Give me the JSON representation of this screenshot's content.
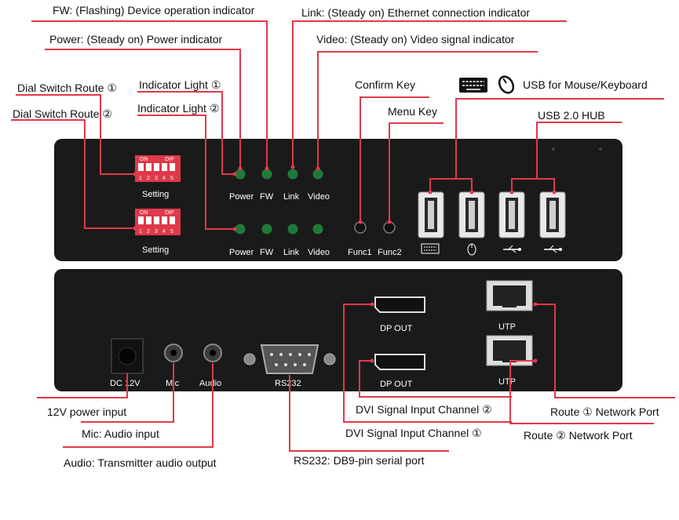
{
  "callouts": {
    "fw": "FW: (Flashing) Device operation indicator",
    "link": "Link: (Steady on) Ethernet connection indicator",
    "power": "Power: (Steady on) Power indicator",
    "video": "Video: (Steady on) Video signal indicator",
    "dial1": "Dial Switch Route ①",
    "dial2": "Dial Switch Route ②",
    "ind1": "Indicator Light ①",
    "ind2": "Indicator Light ②",
    "confirm": "Confirm Key",
    "menu": "Menu Key",
    "usb_mk": "USB for Mouse/Keyboard",
    "usb_hub": "USB 2.0 HUB",
    "dc_in": "12V power input",
    "mic": "Mic: Audio input",
    "audio": "Audio: Transmitter audio output",
    "rs232": "RS232: DB9-pin serial port",
    "dvi2": "DVI Signal Input Channel ②",
    "dvi1": "DVI Signal Input Channel ①",
    "route1": "Route ① Network Port",
    "route2": "Route ② Network Port"
  },
  "front_panel": {
    "dip_on": "ON",
    "dip_dip": "DIP",
    "dip_nums": [
      "1",
      "2",
      "3",
      "4",
      "5"
    ],
    "setting": "Setting",
    "led_labels": [
      "Power",
      "FW",
      "Link",
      "Video"
    ],
    "func1": "Func1",
    "func2": "Func2"
  },
  "rear_panel": {
    "dc": "DC 12V",
    "mic": "Mic",
    "audio": "Audio",
    "rs232": "RS232",
    "dp_out": "DP OUT",
    "utp": "UTP"
  },
  "colors": {
    "panel": "#1a1a1a",
    "leader": "#e0394a",
    "led": "#1f7a3a",
    "dip": "#e0394a"
  }
}
